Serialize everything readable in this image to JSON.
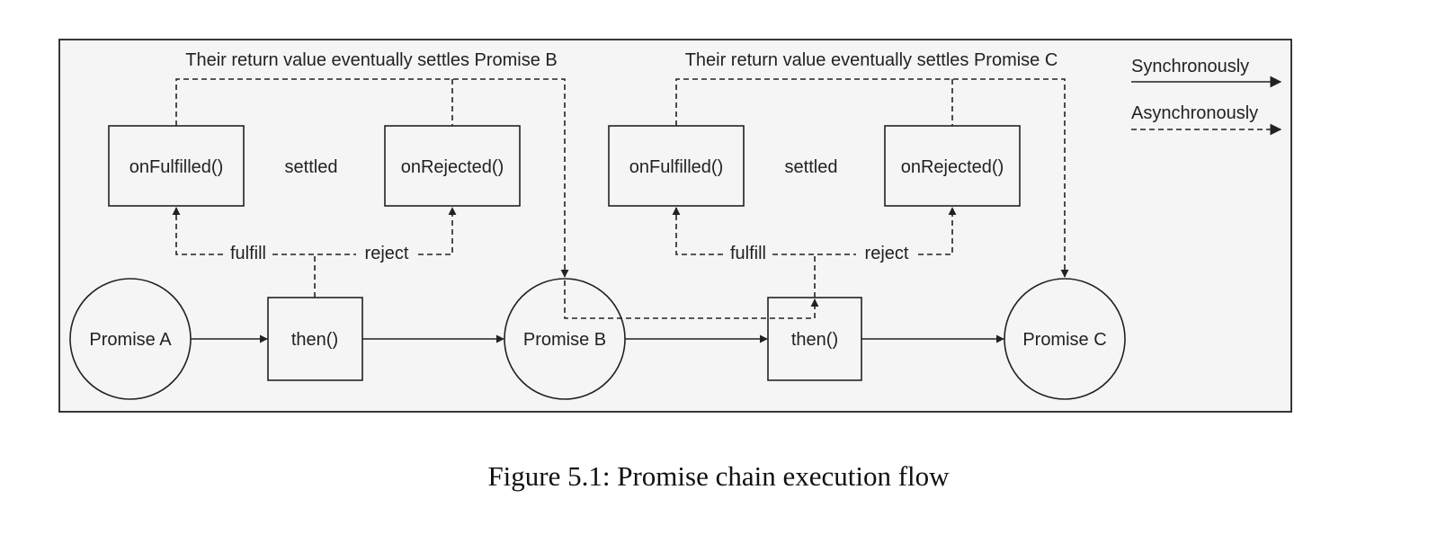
{
  "diagram": {
    "top_label_b": "Their return value eventually settles Promise B",
    "top_label_c": "Their return value eventually settles Promise C",
    "legend": {
      "sync_label": "Synchronously",
      "async_label": "Asynchronously"
    },
    "group1": {
      "on_fulfilled": "onFulfilled()",
      "settled": "settled",
      "on_rejected": "onRejected()",
      "fulfill": "fulfill",
      "reject": "reject",
      "then": "then()"
    },
    "group2": {
      "on_fulfilled": "onFulfilled()",
      "settled": "settled",
      "on_rejected": "onRejected()",
      "fulfill": "fulfill",
      "reject": "reject",
      "then": "then()"
    },
    "promises": {
      "a": "Promise A",
      "b": "Promise B",
      "c": "Promise C"
    },
    "colors": {
      "line": "#222222",
      "panel_bg": "#f5f5f5"
    }
  },
  "caption": "Figure 5.1: Promise chain execution flow"
}
